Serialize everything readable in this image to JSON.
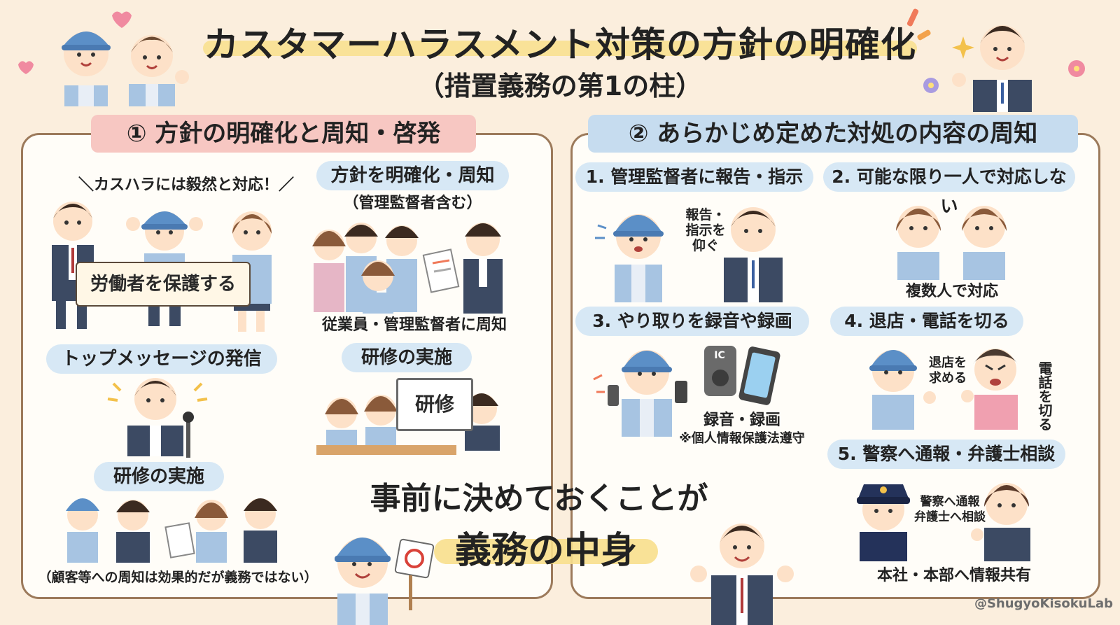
{
  "header": {
    "title": "カスタマーハラスメント対策の方針の明確化",
    "subtitle": "（措置義務の第1の柱）"
  },
  "left_section": {
    "heading": "① 方針の明確化と周知・啓発",
    "shout": "＼カスハラには毅然と対応！／",
    "banner": "労働者を保護する",
    "top_message": "トップメッセージの発信",
    "policy_pill": "方針を明確化・周知",
    "policy_sub": "（管理監督者含む）",
    "notify_caption": "従業員・管理監督者に周知",
    "training_pill_right": "研修の実施",
    "board_text": "研修",
    "training_pill_left": "研修の実施",
    "footnote": "（顧客等への周知は効果的だが義務ではない）"
  },
  "right_section": {
    "heading": "② あらかじめ定めた対処の内容の周知",
    "item1": {
      "label": "1. 管理監督者に報告・指示",
      "bubble": [
        "報告・",
        "指示を",
        "仰ぐ"
      ]
    },
    "item2": {
      "label": "2. 可能な限り一人で対応しない",
      "caption": "複数人で対応"
    },
    "item3": {
      "label": "3. やり取りを録音や録画",
      "device_label": "IC",
      "caption": "録音・録画",
      "note": "※個人情報保護法遵守"
    },
    "item4": {
      "label": "4. 退店・電話を切る",
      "bubble_left": [
        "退店を",
        "求める"
      ],
      "bubble_right": "電話を切る"
    },
    "item5": {
      "label": "5. 警察へ通報・弁護士相談",
      "bubble": [
        "警察へ通報",
        "弁護士へ相談"
      ],
      "caption": "本社・本部へ情報共有"
    }
  },
  "center": {
    "line1": "事前に決めておくことが",
    "line2": "義務の中身"
  },
  "watermark": "@ShugyoKisokuLab",
  "colors": {
    "background": "#fbeedd",
    "panel_border": "#9c7a5b",
    "left_heading": "#f7c7c2",
    "right_heading": "#c6dcef",
    "pill": "#d7e8f5",
    "highlight": "#f8df8c",
    "cap_blue": "#5b8fc7",
    "suit_navy": "#3c4a63"
  }
}
